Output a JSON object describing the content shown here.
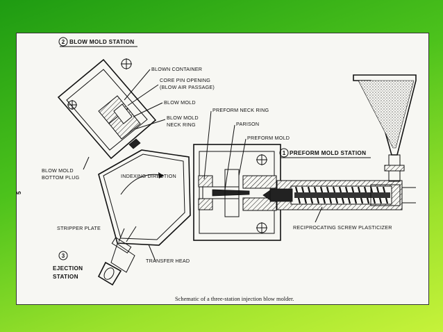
{
  "stations": {
    "blow_mold": {
      "number": "2",
      "label": "BLOW MOLD STATION"
    },
    "preform_mold": {
      "number": "1",
      "label": "PREFORM MOLD STATION"
    },
    "ejection": {
      "number": "3",
      "label_line1": "EJECTION",
      "label_line2": "STATION"
    }
  },
  "labels": {
    "blown_container": "BLOWN CONTAINER",
    "core_pin_line1": "CORE PIN OPENING",
    "core_pin_line2": "(BLOW AIR PASSAGE)",
    "blow_mold": "BLOW MOLD",
    "blow_mold_neck_line1": "BLOW MOLD",
    "blow_mold_neck_line2": "NECK RING",
    "preform_neck_ring": "PREFORM NECK RING",
    "parison": "PARISON",
    "preform_mold": "PREFORM MOLD",
    "bottom_plug_line1": "BLOW MOLD",
    "bottom_plug_line2": "BOTTOM PLUG",
    "indexing_direction": "INDEXING DIRECTION",
    "stripper_plate": "STRIPPER PLATE",
    "transfer_head": "TRANSFER HEAD",
    "screw_plasticizer": "RECIPROCATING SCREW PLASTICIZER",
    "side_mark": "5"
  },
  "caption": "Schematic of a three-station injection blow molder."
}
